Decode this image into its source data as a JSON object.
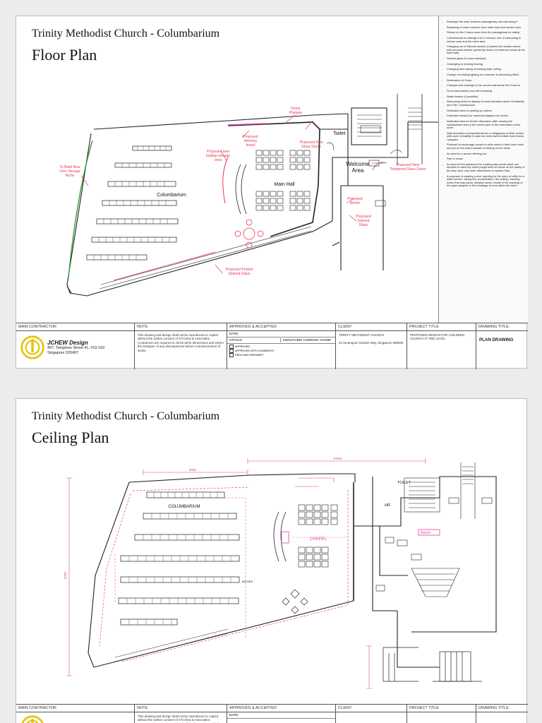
{
  "sheet1": {
    "project_title": "Trinity Methodist Church - Columbarium",
    "plan_title": "Floor Plan",
    "labels": {
      "donor": "Donor\nPlaques",
      "toilet": "Toilet",
      "memory": "Proposed\nMemory\nboard",
      "glassdoor": "Proposed New\nGlass Doors",
      "buildup": "Proposed new\nbuildup storage\narea",
      "urns": "To Build New\nUrns Storage\nNiche",
      "welcome": "Welcome\nArea",
      "tempered": "Proposed New\nTempered Glass Doors",
      "main_hall": "Main Hall",
      "columbarium": "Columbarium",
      "bench": "Proposed\nBench",
      "stained": "Proposed\nStained\nGlass",
      "printed": "Proposed Printed\nStained Glass"
    },
    "notes": [
      "Redesign the main entrance passageway and wall along it",
      "Replacing of main entrance door, toilet door and service door",
      "Relook on the 2 steps down from the passageway for safety",
      "Columbarium to redesign into 2 concept, one of welcoming & service area and the niche area",
      "Changing out of Samuel section of panels into double niches with premium feature (presently those not reserved niches at the back wall)",
      "Stained glass for some windows",
      "Overlaying to existing flooring",
      "Changing and raising of existing false ceiling",
      "Change of existing lighting for a warmer & welcoming effect",
      "Illumination of Cross",
      "Changes and redesign to the curved wall where the Cross is",
      "Floral adornments and soft furnishing",
      "Water feature (if possible)",
      "Welcoming desk for display of some literature about Christianity and TMC Columbarium",
      "Dedicated area for putting up notices",
      "Dedicated area(s) for memorial plaques (no niche)",
      "Dedicated area for further discussion after viewing the columbarium area & the niches prior to the reservation of the niche",
      "Wall decoration of inspirational art or calligraphy or bible verses with some versatility in case we need wall to install more niches / plaques",
      "Pinboard to encourage people to write notes to their loved ones and pin on the board instead of sticking on the niche",
      "An area for a secure offering box",
      "Pipe in music",
      "An area for the placement for existing step stools which are needed to reach top niche (might need to relook on the safety of the step stool, any other alternatives to replace this)",
      "A proposal of creating a door opening for the entry of coffin for a wake service, taking into consideration, the drilling / hacking works that may cause vibration which results in the cracking of the glass plaques or the breakage of urns within the niche."
    ]
  },
  "sheet2": {
    "project_title": "Trinity Methodist Church - Columbarium",
    "plan_title": "Ceiling Plan",
    "labels": {
      "columbarium": "COLUMBARIUM",
      "chapel": "CHAPEL",
      "toilet": "TOILET",
      "hr": "HR",
      "bench": "Bench",
      "niches": "NICHES"
    }
  },
  "title_block": {
    "main_contractor_h": "MAIN CONTRACTOR",
    "note_h": "NOTE",
    "approved_h": "APPROVED & ACCEPTED",
    "client_h": "CLIENT",
    "project_title_h": "PROJECT TITLE",
    "drawing_title_h": "DRAWING TITLE:",
    "company_name": "JCHEW Design",
    "company_addr1": "407, Tampines Street 41, #10-163",
    "company_addr2": "Singapore 520407",
    "note_text": "This drawing and design shall not be reproduced or copied without the written consent of ST.Chew & Associates. Contractors are required to check all its dimensions and inform the Designer of any discrepancies before commencement of works.",
    "date_label": "DATE:",
    "status_label": "STATUS:",
    "signature_label": "SIGNATURE/ COMPANY STAMP",
    "approved": "APPROVED",
    "approved_comments": "APPROVED WITH COMMENTS",
    "redo": "REDO AND RESUBMIT",
    "client_name": "TRINITY METHODIST CHURCH",
    "client_addr": "34 Serangoon Garden Way, Singapore 555946",
    "project_title": "PROPOSED DESIGN FOR CHILDREN CHURCH AT 3RD LEVEL",
    "drawing_title": "PLAN DRAWING"
  },
  "colors": {
    "accent": "#e8384f",
    "dimension": "#e040a0",
    "green": "#2e9e3e",
    "logo": "#e3c200"
  }
}
